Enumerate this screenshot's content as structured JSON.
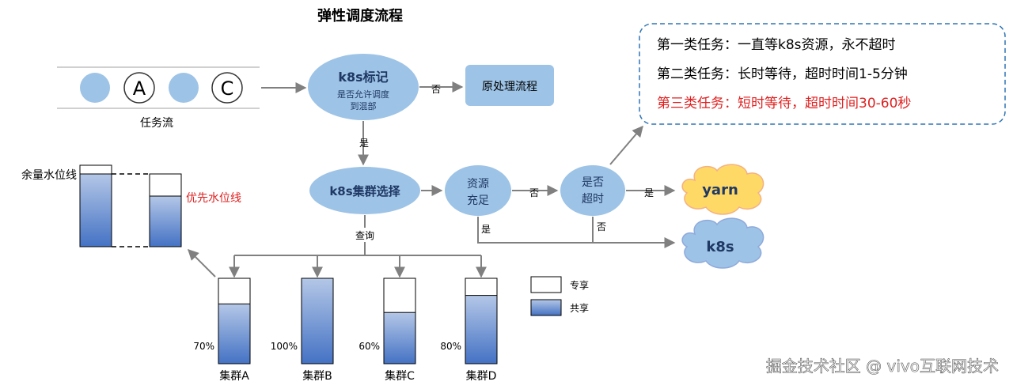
{
  "title": "弹性调度流程",
  "stream": {
    "label": "任务流",
    "items": [
      "",
      "A",
      "",
      "C"
    ]
  },
  "node_k8s_mark": {
    "title": "k8s标记",
    "line1": "是否允许调度",
    "line2": "到混部"
  },
  "node_orig": "原处理流程",
  "node_cluster": "k8s集群选择",
  "node_res": {
    "line1": "资源",
    "line2": "充足"
  },
  "node_timeout": {
    "line1": "是否",
    "line2": "超时"
  },
  "cloud_yarn": "yarn",
  "cloud_k8s": "k8s",
  "edge": {
    "no1": "否",
    "yes1": "是",
    "no2": "否",
    "yes2": "是",
    "yes3": "是",
    "no3": "否",
    "query": "查询"
  },
  "info": {
    "line1": "第一类任务：一直等k8s资源，永不超时",
    "line2": "第二类任务：长时等待，超时时间1-5分钟",
    "line3": "第三类任务：短时等待，超时时间30-60秒",
    "line3_color": "#e02020"
  },
  "watermark": {
    "left_label": "余量水位线",
    "right_label": "优先水位线",
    "right_label_color": "#e02020"
  },
  "clusters": [
    {
      "name": "集群A",
      "shared": 70,
      "label": "70%"
    },
    {
      "name": "集群B",
      "shared": 100,
      "label": "100%"
    },
    {
      "name": "集群C",
      "shared": 60,
      "label": "60%"
    },
    {
      "name": "集群D",
      "shared": 80,
      "label": "80%"
    }
  ],
  "legend": {
    "exclusive": "专享",
    "shared": "共享"
  },
  "footer": "掘金技术社区 @ vivo互联网技术",
  "colors": {
    "node": "#9dc3e6",
    "node_text": "#1f3864",
    "cloud_yarn": "#ffd966",
    "cloud_k8s": "#9dc3e6",
    "arrow": "#808080",
    "bar_top": "#b4c7e7",
    "bar_bottom": "#4472c4"
  }
}
